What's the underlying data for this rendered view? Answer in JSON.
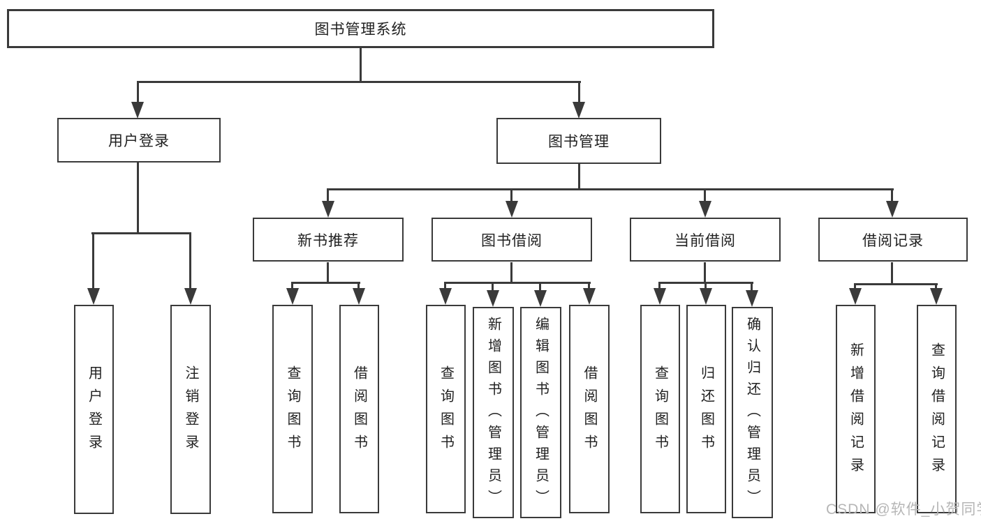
{
  "diagram": {
    "root": {
      "label": "图书管理系统"
    },
    "branches": [
      {
        "label": "用户登录",
        "children": [
          {
            "label": "用户登录"
          },
          {
            "label": "注销登录"
          }
        ]
      },
      {
        "label": "图书管理",
        "children": [
          {
            "label": "新书推荐",
            "children": [
              {
                "label": "查询图书"
              },
              {
                "label": "借阅图书"
              }
            ]
          },
          {
            "label": "图书借阅",
            "children": [
              {
                "label": "查询图书"
              },
              {
                "label": "新增图书（管理员）"
              },
              {
                "label": "编辑图书（管理员）"
              },
              {
                "label": "借阅图书"
              }
            ]
          },
          {
            "label": "当前借阅",
            "children": [
              {
                "label": "查询图书"
              },
              {
                "label": "归还图书"
              },
              {
                "label": "确认归还（管理员）"
              }
            ]
          },
          {
            "label": "借阅记录",
            "children": [
              {
                "label": "新增借阅记录"
              },
              {
                "label": "查询借阅记录"
              }
            ]
          }
        ]
      }
    ]
  },
  "watermark": {
    "text": "CSDN @软件_小贺同学"
  },
  "colors": {
    "line": "#3a3a3a",
    "text": "#212121",
    "bg": "#ffffff",
    "watermark": "#b6b6b6"
  }
}
